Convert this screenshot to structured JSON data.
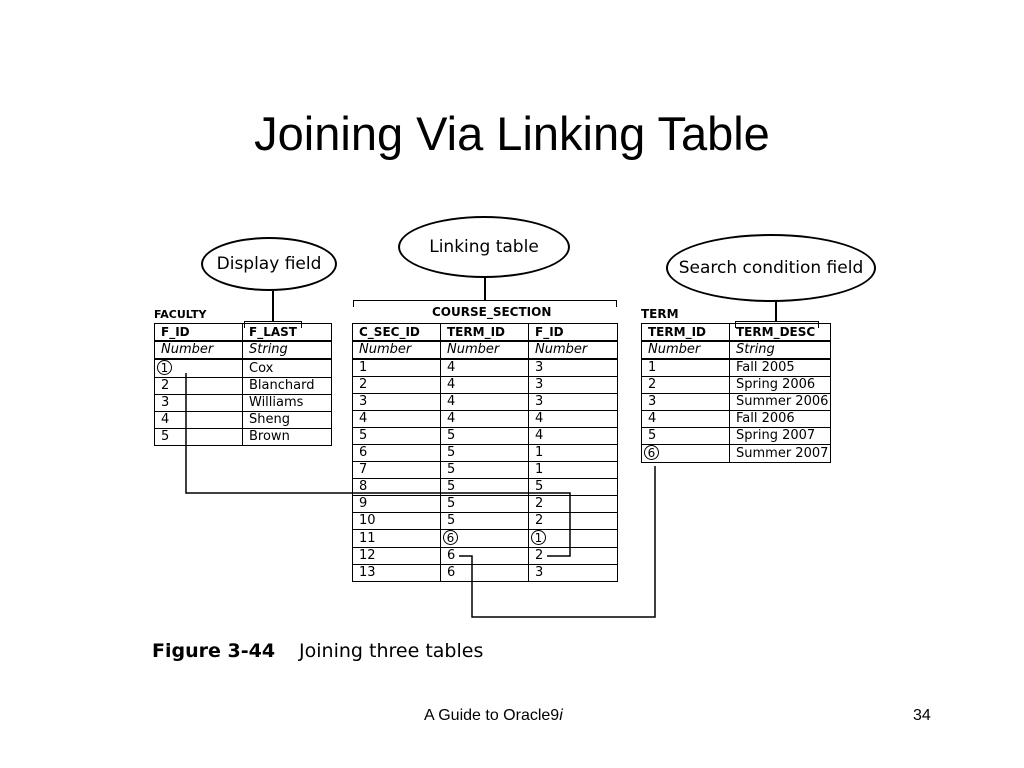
{
  "title": "Joining Via Linking Table",
  "callouts": {
    "display": "Display field",
    "linking": "Linking table",
    "search": "Search condition field"
  },
  "faculty": {
    "label": "FACULTY",
    "headers": [
      "F_ID",
      "F_LAST"
    ],
    "types": [
      "Number",
      "String"
    ],
    "rows": [
      [
        "1",
        "Cox"
      ],
      [
        "2",
        "Blanchard"
      ],
      [
        "3",
        "Williams"
      ],
      [
        "4",
        "Sheng"
      ],
      [
        "5",
        "Brown"
      ]
    ]
  },
  "course_section": {
    "label": "COURSE_SECTION",
    "headers": [
      "C_SEC_ID",
      "TERM_ID",
      "F_ID"
    ],
    "types": [
      "Number",
      "Number",
      "Number"
    ],
    "rows": [
      [
        "1",
        "4",
        "3"
      ],
      [
        "2",
        "4",
        "3"
      ],
      [
        "3",
        "4",
        "3"
      ],
      [
        "4",
        "4",
        "4"
      ],
      [
        "5",
        "5",
        "4"
      ],
      [
        "6",
        "5",
        "1"
      ],
      [
        "7",
        "5",
        "1"
      ],
      [
        "8",
        "5",
        "5"
      ],
      [
        "9",
        "5",
        "2"
      ],
      [
        "10",
        "5",
        "2"
      ],
      [
        "11",
        "6",
        "1"
      ],
      [
        "12",
        "6",
        "2"
      ],
      [
        "13",
        "6",
        "3"
      ]
    ]
  },
  "term": {
    "label": "TERM",
    "headers": [
      "TERM_ID",
      "TERM_DESC"
    ],
    "types": [
      "Number",
      "String"
    ],
    "rows": [
      [
        "1",
        "Fall 2005"
      ],
      [
        "2",
        "Spring 2006"
      ],
      [
        "3",
        "Summer 2006"
      ],
      [
        "4",
        "Fall 2006"
      ],
      [
        "5",
        "Spring 2007"
      ],
      [
        "6",
        "Summer 2007"
      ]
    ]
  },
  "caption": {
    "number": "Figure 3-44",
    "text": "Joining three tables"
  },
  "footer": {
    "text_main": "A Guide to Oracle9",
    "text_italic": "i",
    "page": "34"
  }
}
